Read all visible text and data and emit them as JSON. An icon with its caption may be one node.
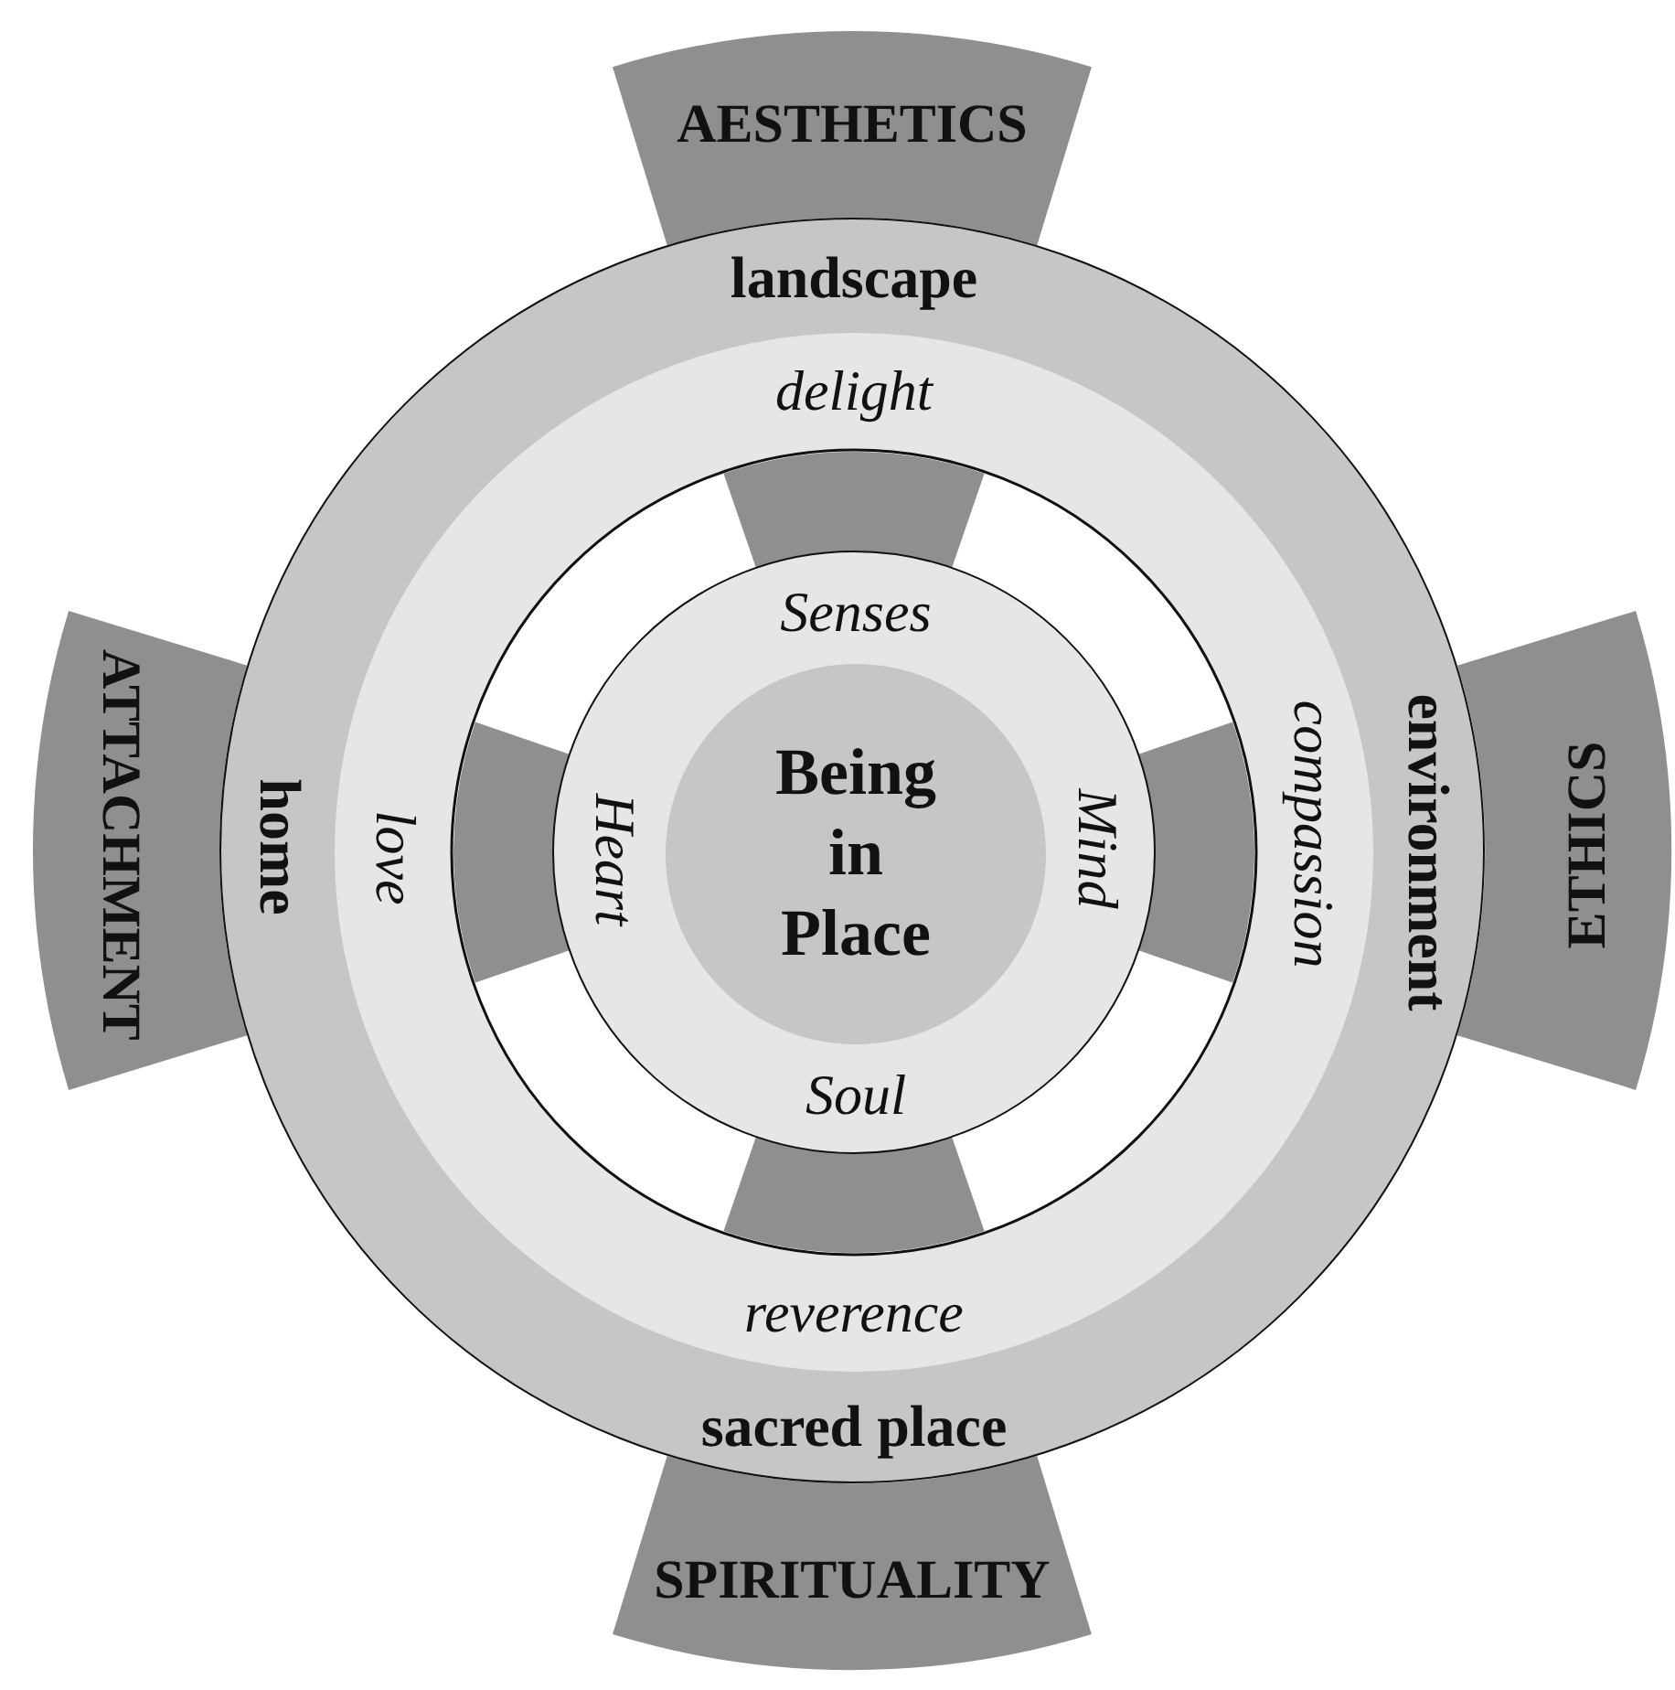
{
  "diagram": {
    "nodes": [
      {
        "text": [
          "AESTHETICS"
        ]
      },
      {
        "text": [
          "landscape",
          "home",
          "environment",
          "sacred place"
        ]
      },
      {
        "text": [
          "delight",
          "love",
          "compassion",
          "reverence"
        ],
        "in": 1
      },
      {
        "text": [
          "Senses",
          "Heart",
          "Mind",
          "Soul"
        ],
        "in": 2
      },
      {
        "text": [
          "Being in Place"
        ],
        "in": 3
      },
      {
        "text": [
          "ATTACHMENT"
        ]
      },
      {
        "text": [
          "ETHICS"
        ]
      },
      {
        "text": [
          "SPIRITUALITY"
        ]
      }
    ]
  }
}
